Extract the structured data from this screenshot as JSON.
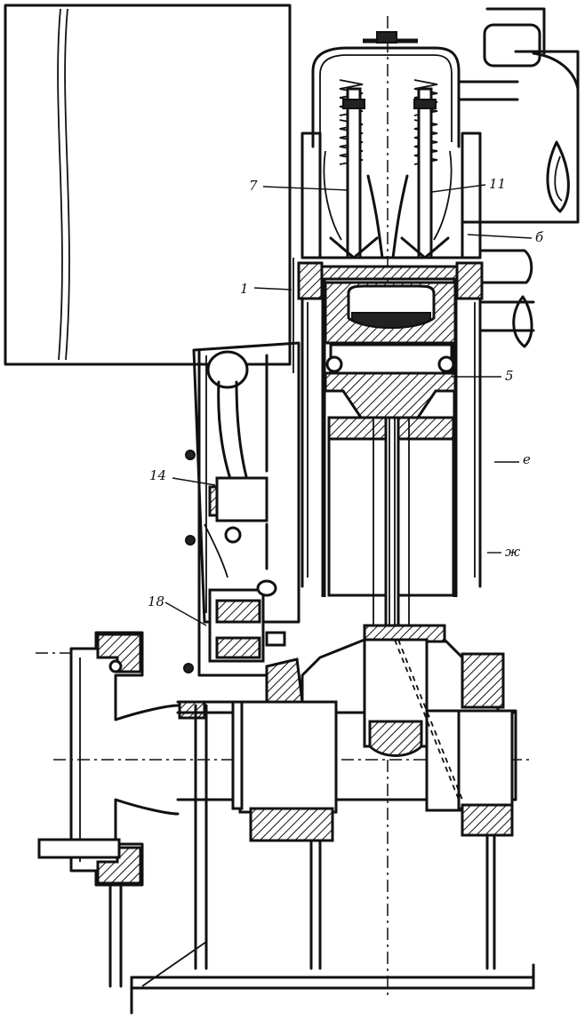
{
  "labels": {
    "valve_left": "7",
    "valve_right": "11",
    "cylinder_cover": "б",
    "cylinder": "1",
    "piston": "5",
    "gear_upper": "14",
    "gear_lower": "18",
    "port_e": "е",
    "port_zh": "ж"
  },
  "colors": {
    "line": "#111111",
    "background": "#ffffff"
  },
  "icons": {
    "springs": "coil-spring-icon",
    "shaft": "crankshaft-icon"
  }
}
